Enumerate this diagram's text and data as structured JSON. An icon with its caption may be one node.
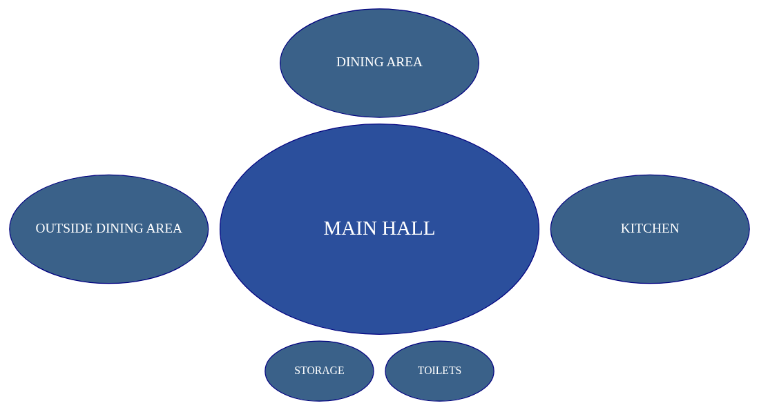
{
  "diagram": {
    "nodes": [
      {
        "text": [
          "DINING AREA"
        ]
      },
      {
        "text": [
          "OUTSIDE DINING AREA"
        ]
      },
      {
        "text": [
          "KITCHEN"
        ]
      },
      {
        "text": [
          "MAIN HALL"
        ]
      },
      {
        "text": [
          "STORAGE"
        ]
      },
      {
        "text": [
          "TOILETS"
        ]
      }
    ]
  }
}
